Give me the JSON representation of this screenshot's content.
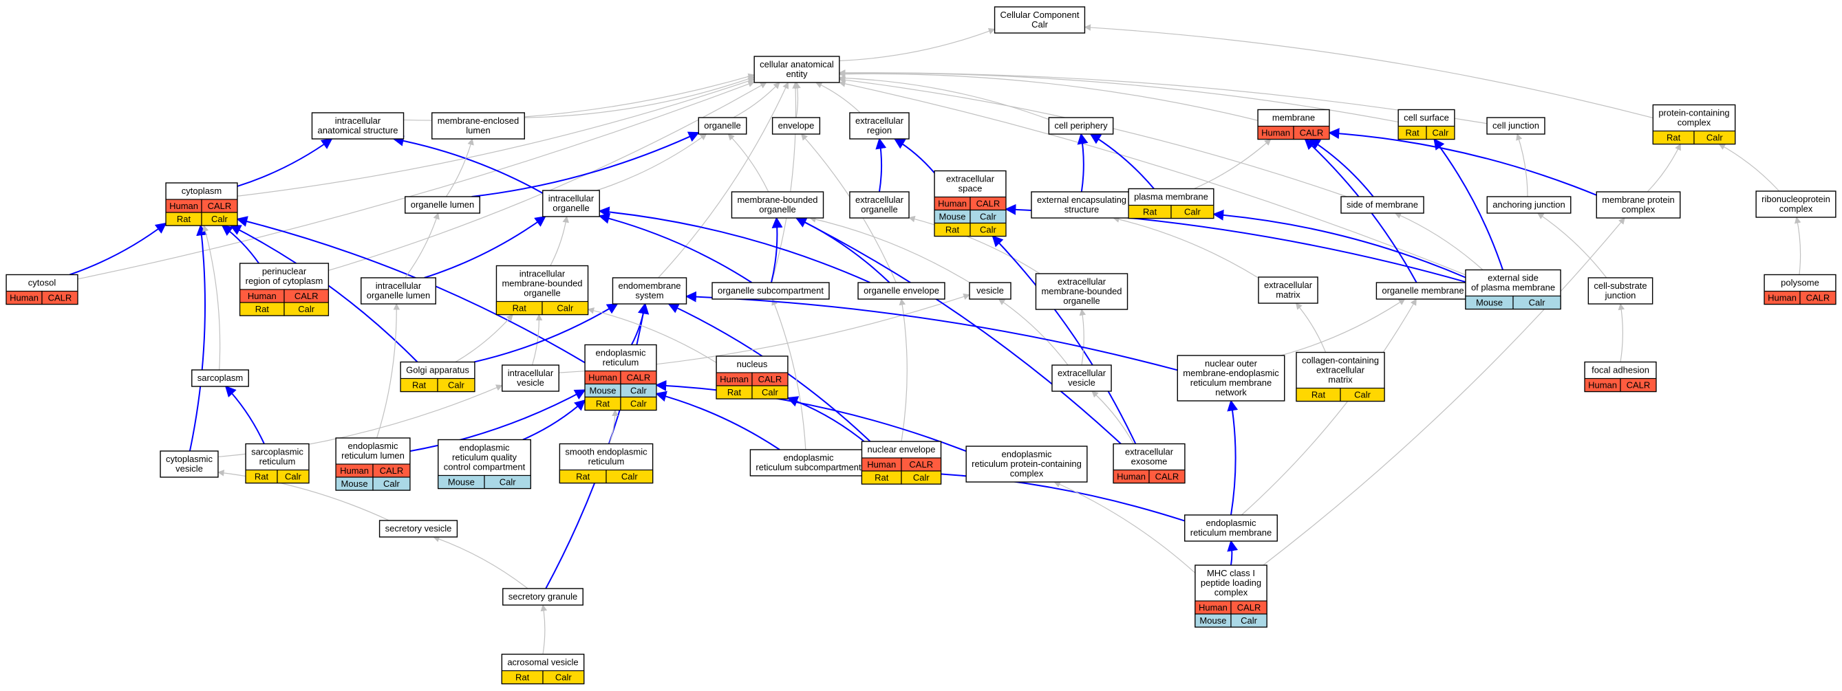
{
  "diagram": {
    "title": "",
    "colors": {
      "edge_gray": "#c0c0c0",
      "edge_blue": "#0000ff",
      "Human": "#ff5c3f",
      "Mouse": "#aad8e6",
      "Rat": "#ffd700",
      "node_fill": "#ffffff",
      "node_stroke": "#000000"
    },
    "nodes": [
      {
        "id": "cc",
        "lines": [
          "Cellular Component",
          "Calr"
        ],
        "badges": []
      },
      {
        "id": "cae",
        "lines": [
          "cellular anatomical",
          "entity"
        ],
        "badges": []
      },
      {
        "id": "ias",
        "lines": [
          "intracellular",
          "anatomical structure"
        ],
        "badges": []
      },
      {
        "id": "mel",
        "lines": [
          "membrane-enclosed",
          "lumen"
        ],
        "badges": []
      },
      {
        "id": "organelle",
        "lines": [
          "organelle"
        ],
        "badges": []
      },
      {
        "id": "envelope",
        "lines": [
          "envelope"
        ],
        "badges": []
      },
      {
        "id": "ecr",
        "lines": [
          "extracellular",
          "region"
        ],
        "badges": []
      },
      {
        "id": "cp",
        "lines": [
          "cell periphery"
        ],
        "badges": []
      },
      {
        "id": "membrane",
        "lines": [
          "membrane"
        ],
        "badges": [
          [
            "Human",
            "CALR"
          ]
        ]
      },
      {
        "id": "cs",
        "lines": [
          "cell surface"
        ],
        "badges": [
          [
            "Rat",
            "Calr"
          ]
        ]
      },
      {
        "id": "cj",
        "lines": [
          "cell junction"
        ],
        "badges": []
      },
      {
        "id": "pcc",
        "lines": [
          "protein-containing",
          "complex"
        ],
        "badges": [
          [
            "Rat",
            "Calr"
          ]
        ]
      },
      {
        "id": "cytoplasm",
        "lines": [
          "cytoplasm"
        ],
        "badges": [
          [
            "Human",
            "CALR"
          ],
          [
            "Rat",
            "Calr"
          ]
        ]
      },
      {
        "id": "ol",
        "lines": [
          "organelle lumen"
        ],
        "badges": []
      },
      {
        "id": "io",
        "lines": [
          "intracellular",
          "organelle"
        ],
        "badges": []
      },
      {
        "id": "mbo",
        "lines": [
          "membrane-bounded",
          "organelle"
        ],
        "badges": []
      },
      {
        "id": "eco",
        "lines": [
          "extracellular",
          "organelle"
        ],
        "badges": []
      },
      {
        "id": "ecs",
        "lines": [
          "extracellular",
          "space"
        ],
        "badges": [
          [
            "Human",
            "CALR"
          ],
          [
            "Mouse",
            "Calr"
          ],
          [
            "Rat",
            "Calr"
          ]
        ]
      },
      {
        "id": "ees",
        "lines": [
          "external encapsulating",
          "structure"
        ],
        "badges": []
      },
      {
        "id": "pm",
        "lines": [
          "plasma membrane"
        ],
        "badges": [
          [
            "Rat",
            "Calr"
          ]
        ]
      },
      {
        "id": "som",
        "lines": [
          "side of membrane"
        ],
        "badges": []
      },
      {
        "id": "aj",
        "lines": [
          "anchoring junction"
        ],
        "badges": []
      },
      {
        "id": "mpc",
        "lines": [
          "membrane protein",
          "complex"
        ],
        "badges": []
      },
      {
        "id": "rnp",
        "lines": [
          "ribonucleoprotein",
          "complex"
        ],
        "badges": []
      },
      {
        "id": "cytosol",
        "lines": [
          "cytosol"
        ],
        "badges": [
          [
            "Human",
            "CALR"
          ]
        ]
      },
      {
        "id": "prc",
        "lines": [
          "perinuclear",
          "region of cytoplasm"
        ],
        "badges": [
          [
            "Human",
            "CALR"
          ],
          [
            "Rat",
            "Calr"
          ]
        ]
      },
      {
        "id": "iol",
        "lines": [
          "intracellular",
          "organelle lumen"
        ],
        "badges": []
      },
      {
        "id": "imbo",
        "lines": [
          "intracellular",
          "membrane-bounded",
          "organelle"
        ],
        "badges": [
          [
            "Rat",
            "Calr"
          ]
        ]
      },
      {
        "id": "ems",
        "lines": [
          "endomembrane",
          "system"
        ],
        "badges": []
      },
      {
        "id": "osc",
        "lines": [
          "organelle subcompartment"
        ],
        "badges": []
      },
      {
        "id": "oe",
        "lines": [
          "organelle envelope"
        ],
        "badges": []
      },
      {
        "id": "vesicle",
        "lines": [
          "vesicle"
        ],
        "badges": []
      },
      {
        "id": "ecmbo",
        "lines": [
          "extracellular",
          "membrane-bounded",
          "organelle"
        ],
        "badges": []
      },
      {
        "id": "ecm",
        "lines": [
          "extracellular",
          "matrix"
        ],
        "badges": []
      },
      {
        "id": "om",
        "lines": [
          "organelle membrane"
        ],
        "badges": []
      },
      {
        "id": "espm",
        "lines": [
          "external side",
          "of plasma membrane"
        ],
        "badges": [
          [
            "Mouse",
            "Calr"
          ]
        ]
      },
      {
        "id": "csj",
        "lines": [
          "cell-substrate",
          "junction"
        ],
        "badges": []
      },
      {
        "id": "polysome",
        "lines": [
          "polysome"
        ],
        "badges": [
          [
            "Human",
            "CALR"
          ]
        ]
      },
      {
        "id": "sarcoplasm",
        "lines": [
          "sarcoplasm"
        ],
        "badges": []
      },
      {
        "id": "golgi",
        "lines": [
          "Golgi apparatus"
        ],
        "badges": [
          [
            "Rat",
            "Calr"
          ]
        ]
      },
      {
        "id": "iv",
        "lines": [
          "intracellular",
          "vesicle"
        ],
        "badges": []
      },
      {
        "id": "er",
        "lines": [
          "endoplasmic",
          "reticulum"
        ],
        "badges": [
          [
            "Human",
            "CALR"
          ],
          [
            "Mouse",
            "Calr"
          ],
          [
            "Rat",
            "Calr"
          ]
        ]
      },
      {
        "id": "nucleus",
        "lines": [
          "nucleus"
        ],
        "badges": [
          [
            "Human",
            "CALR"
          ],
          [
            "Rat",
            "Calr"
          ]
        ]
      },
      {
        "id": "ecv",
        "lines": [
          "extracellular",
          "vesicle"
        ],
        "badges": []
      },
      {
        "id": "noer",
        "lines": [
          "nuclear outer",
          "membrane-endoplasmic",
          "reticulum membrane",
          "network"
        ],
        "badges": []
      },
      {
        "id": "ccecm",
        "lines": [
          "collagen-containing",
          "extracellular",
          "matrix"
        ],
        "badges": [
          [
            "Rat",
            "Calr"
          ]
        ]
      },
      {
        "id": "fa",
        "lines": [
          "focal adhesion"
        ],
        "badges": [
          [
            "Human",
            "CALR"
          ]
        ]
      },
      {
        "id": "cv",
        "lines": [
          "cytoplasmic",
          "vesicle"
        ],
        "badges": []
      },
      {
        "id": "sr",
        "lines": [
          "sarcoplasmic",
          "reticulum"
        ],
        "badges": [
          [
            "Rat",
            "Calr"
          ]
        ]
      },
      {
        "id": "erl",
        "lines": [
          "endoplasmic",
          "reticulum lumen"
        ],
        "badges": [
          [
            "Human",
            "CALR"
          ],
          [
            "Mouse",
            "Calr"
          ]
        ]
      },
      {
        "id": "erqc",
        "lines": [
          "endoplasmic",
          "reticulum quality",
          "control compartment"
        ],
        "badges": [
          [
            "Mouse",
            "Calr"
          ]
        ]
      },
      {
        "id": "ser",
        "lines": [
          "smooth endoplasmic",
          "reticulum"
        ],
        "badges": [
          [
            "Rat",
            "Calr"
          ]
        ]
      },
      {
        "id": "ersc",
        "lines": [
          "endoplasmic",
          "reticulum subcompartment"
        ],
        "badges": []
      },
      {
        "id": "ne",
        "lines": [
          "nuclear envelope"
        ],
        "badges": [
          [
            "Human",
            "CALR"
          ],
          [
            "Rat",
            "Calr"
          ]
        ]
      },
      {
        "id": "erpcc",
        "lines": [
          "endoplasmic",
          "reticulum protein-containing",
          "complex"
        ],
        "badges": []
      },
      {
        "id": "exo",
        "lines": [
          "extracellular",
          "exosome"
        ],
        "badges": [
          [
            "Human",
            "CALR"
          ]
        ]
      },
      {
        "id": "erm",
        "lines": [
          "endoplasmic",
          "reticulum membrane"
        ],
        "badges": []
      },
      {
        "id": "secv",
        "lines": [
          "secretory vesicle"
        ],
        "badges": []
      },
      {
        "id": "mhc",
        "lines": [
          "MHC class I",
          "peptide loading",
          "complex"
        ],
        "badges": [
          [
            "Human",
            "CALR"
          ],
          [
            "Mouse",
            "Calr"
          ]
        ]
      },
      {
        "id": "sg",
        "lines": [
          "secretory granule"
        ],
        "badges": []
      },
      {
        "id": "av",
        "lines": [
          "acrosomal vesicle"
        ],
        "badges": [
          [
            "Rat",
            "Calr"
          ]
        ]
      }
    ],
    "edges": [
      [
        "cae",
        "cc",
        "g"
      ],
      [
        "pcc",
        "cc",
        "g"
      ],
      [
        "ias",
        "cae",
        "g"
      ],
      [
        "mel",
        "cae",
        "g"
      ],
      [
        "organelle",
        "cae",
        "g"
      ],
      [
        "envelope",
        "cae",
        "g"
      ],
      [
        "ecr",
        "cae",
        "g"
      ],
      [
        "cp",
        "cae",
        "g"
      ],
      [
        "membrane",
        "cae",
        "g"
      ],
      [
        "cs",
        "cae",
        "g"
      ],
      [
        "cj",
        "cae",
        "g"
      ],
      [
        "cytosol",
        "cae",
        "g"
      ],
      [
        "cytoplasm",
        "cae",
        "g"
      ],
      [
        "prc",
        "cae",
        "g"
      ],
      [
        "ems",
        "cae",
        "g"
      ],
      [
        "osc",
        "cae",
        "g"
      ],
      [
        "som",
        "cae",
        "g"
      ],
      [
        "espm",
        "cae",
        "g"
      ],
      [
        "cytoplasm",
        "ias",
        "b"
      ],
      [
        "io",
        "ias",
        "b"
      ],
      [
        "ol",
        "organelle",
        "b"
      ],
      [
        "ol",
        "mel",
        "g"
      ],
      [
        "io",
        "organelle",
        "g"
      ],
      [
        "mbo",
        "organelle",
        "g"
      ],
      [
        "oe",
        "envelope",
        "g"
      ],
      [
        "eco",
        "ecr",
        "b"
      ],
      [
        "ecs",
        "ecr",
        "b"
      ],
      [
        "ees",
        "cp",
        "b"
      ],
      [
        "pm",
        "cp",
        "b"
      ],
      [
        "pm",
        "membrane",
        "g"
      ],
      [
        "som",
        "membrane",
        "b"
      ],
      [
        "om",
        "membrane",
        "b"
      ],
      [
        "mpc",
        "membrane",
        "b"
      ],
      [
        "espm",
        "cs",
        "b"
      ],
      [
        "aj",
        "cj",
        "g"
      ],
      [
        "mpc",
        "pcc",
        "g"
      ],
      [
        "rnp",
        "pcc",
        "g"
      ],
      [
        "cytosol",
        "cytoplasm",
        "b"
      ],
      [
        "prc",
        "cytoplasm",
        "b"
      ],
      [
        "cv",
        "cytoplasm",
        "b"
      ],
      [
        "golgi",
        "cytoplasm",
        "b"
      ],
      [
        "er",
        "cytoplasm",
        "b"
      ],
      [
        "sarcoplasm",
        "cytoplasm",
        "g"
      ],
      [
        "iol",
        "ol",
        "g"
      ],
      [
        "iol",
        "io",
        "b"
      ],
      [
        "imbo",
        "io",
        "g"
      ],
      [
        "osc",
        "io",
        "b"
      ],
      [
        "oe",
        "io",
        "b"
      ],
      [
        "vesicle",
        "mbo",
        "g"
      ],
      [
        "osc",
        "mbo",
        "b"
      ],
      [
        "oe",
        "mbo",
        "b"
      ],
      [
        "ecmbo",
        "eco",
        "g"
      ],
      [
        "exo",
        "ecs",
        "b"
      ],
      [
        "espm",
        "ecs",
        "b"
      ],
      [
        "ecm",
        "ees",
        "g"
      ],
      [
        "espm",
        "pm",
        "b"
      ],
      [
        "espm",
        "som",
        "g"
      ],
      [
        "csj",
        "aj",
        "g"
      ],
      [
        "polysome",
        "rnp",
        "g"
      ],
      [
        "golgi",
        "imbo",
        "g"
      ],
      [
        "iv",
        "imbo",
        "g"
      ],
      [
        "er",
        "ems",
        "b"
      ],
      [
        "golgi",
        "ems",
        "b"
      ],
      [
        "ne",
        "ems",
        "b"
      ],
      [
        "sg",
        "ems",
        "b"
      ],
      [
        "ersc",
        "osc",
        "g"
      ],
      [
        "ne",
        "oe",
        "g"
      ],
      [
        "iv",
        "vesicle",
        "g"
      ],
      [
        "ecv",
        "vesicle",
        "g"
      ],
      [
        "ecv",
        "ecmbo",
        "g"
      ],
      [
        "noer",
        "om",
        "g"
      ],
      [
        "erm",
        "om",
        "g"
      ],
      [
        "ccecm",
        "ecm",
        "g"
      ],
      [
        "fa",
        "csj",
        "g"
      ],
      [
        "sr",
        "sarcoplasm",
        "b"
      ],
      [
        "erl",
        "er",
        "b"
      ],
      [
        "erqc",
        "er",
        "b"
      ],
      [
        "ser",
        "er",
        "g"
      ],
      [
        "ersc",
        "er",
        "b"
      ],
      [
        "erpcc",
        "er",
        "b"
      ],
      [
        "ne",
        "nucleus",
        "b"
      ],
      [
        "nucleus",
        "imbo",
        "g"
      ],
      [
        "exo",
        "ecv",
        "g"
      ],
      [
        "exo",
        "mbo",
        "b"
      ],
      [
        "erm",
        "noer",
        "b"
      ],
      [
        "erm",
        "ersc",
        "b"
      ],
      [
        "mhc",
        "erm",
        "b"
      ],
      [
        "mhc",
        "erpcc",
        "g"
      ],
      [
        "mhc",
        "mpc",
        "g"
      ],
      [
        "erl",
        "iol",
        "g"
      ],
      [
        "cv",
        "iv",
        "g"
      ],
      [
        "secv",
        "cv",
        "g"
      ],
      [
        "sg",
        "secv",
        "g"
      ],
      [
        "av",
        "sg",
        "g"
      ],
      [
        "noer",
        "ems",
        "b"
      ]
    ]
  }
}
